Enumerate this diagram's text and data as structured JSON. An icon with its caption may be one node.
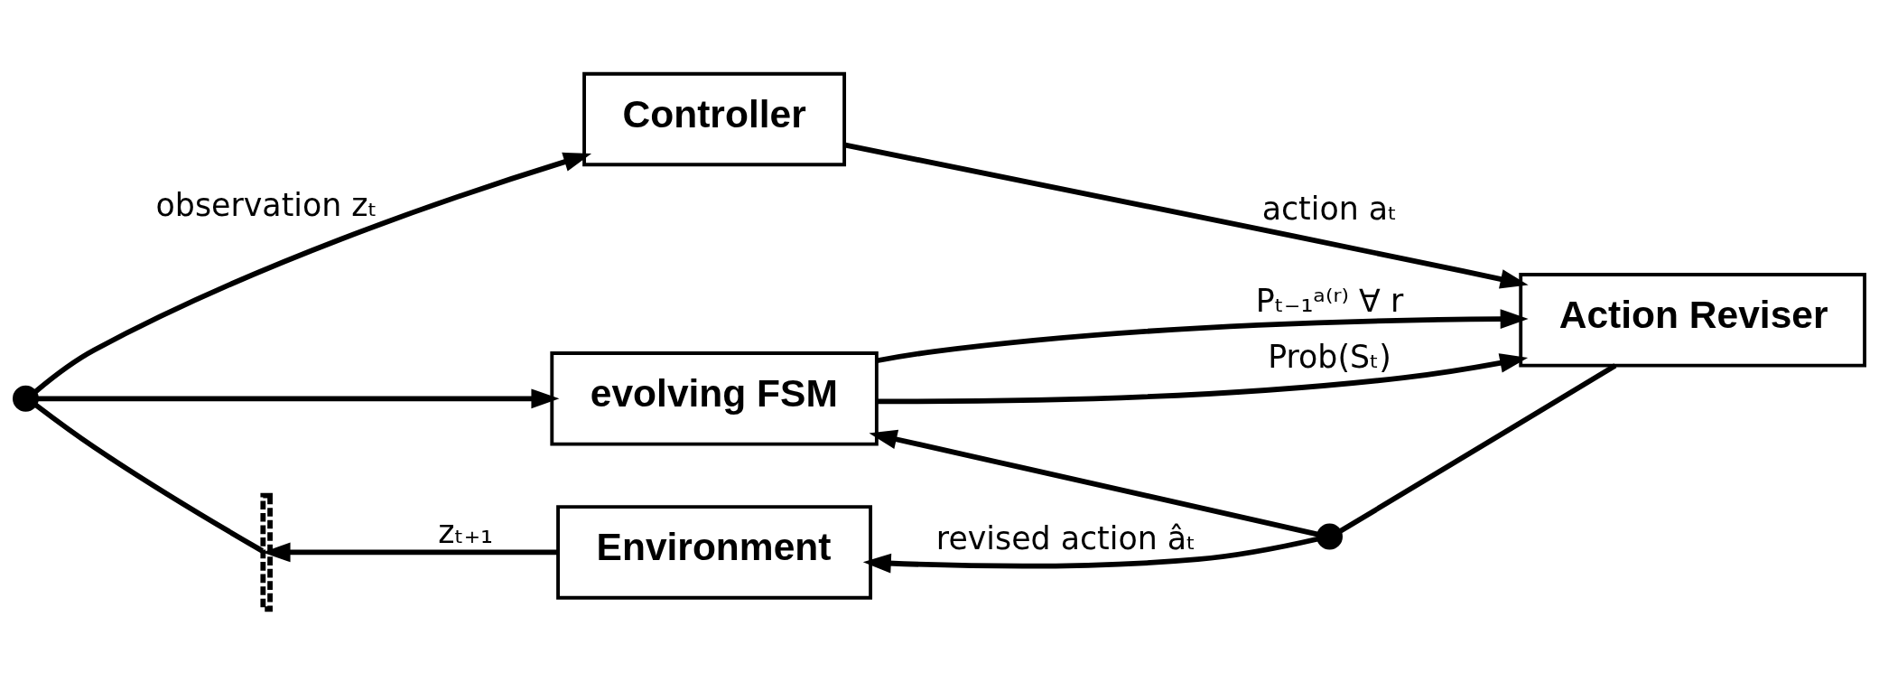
{
  "diagram": {
    "nodes": [
      {
        "text": [
          "Controller"
        ]
      },
      {
        "text": [
          "Environment"
        ]
      },
      {
        "text": [
          "Action Reviser"
        ]
      },
      {
        "text": [
          "evolving FSM"
        ]
      },
      {
        "text": [],
        "shape": "circle"
      },
      {
        "text": [],
        "shape": "circle"
      },
      {
        "text": [],
        "shape": "bar"
      }
    ],
    "edges": [
      {
        "from": 0,
        "to": 2,
        "arrow": "to",
        "label": "action aₜ"
      },
      {
        "from": 2,
        "to": 5,
        "arrow": "none"
      },
      {
        "from": 5,
        "to": 1,
        "arrow": "to",
        "label": "revised action âₜ"
      },
      {
        "from": 1,
        "to": 6,
        "arrow": "to",
        "label": "zₜ₊₁"
      },
      {
        "from": 6,
        "to": 4,
        "arrow": "none"
      },
      {
        "from": 4,
        "to": 0,
        "arrow": "to",
        "label": "observation zₜ"
      },
      {
        "from": 4,
        "to": 3,
        "arrow": "to"
      },
      {
        "from": 5,
        "to": 3,
        "arrow": "to"
      },
      {
        "from": 3,
        "to": 2,
        "arrow": "to",
        "label": "Pₜ₋₁ᵃ⁽ʳ⁾ ∀ r"
      },
      {
        "from": 3,
        "to": 2,
        "arrow": "to",
        "label": "Prob(Sₜ)"
      }
    ]
  }
}
